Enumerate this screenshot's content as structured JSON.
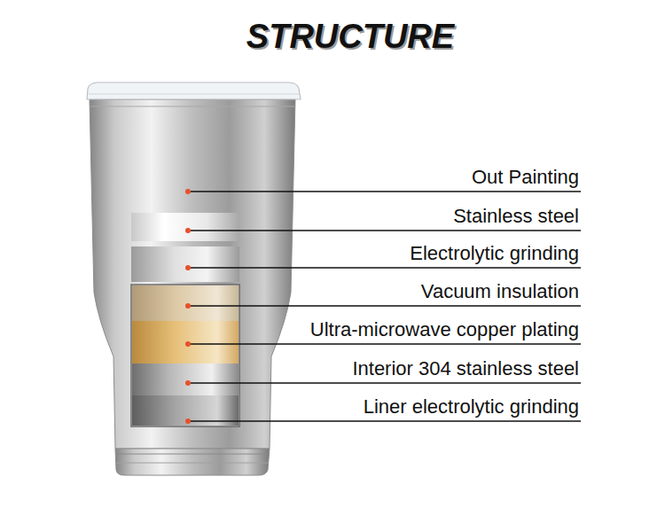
{
  "diagram": {
    "title": "STRUCTURE",
    "labels": [
      "Out Painting",
      "Stainless steel",
      "Electrolytic grinding",
      "Vacuum insulation",
      "Ultra-microwave copper plating",
      "Interior 304 stainless steel",
      "Liner electrolytic grinding"
    ]
  }
}
